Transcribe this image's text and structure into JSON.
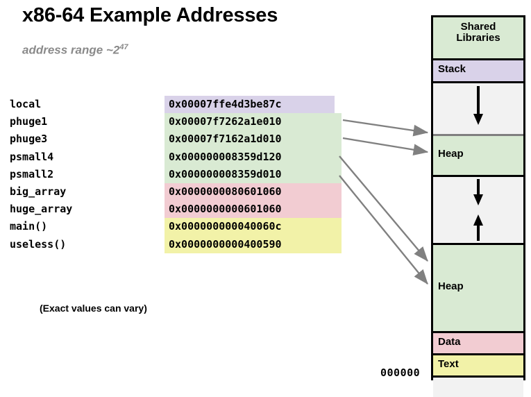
{
  "slide": {
    "title": "x86-64 Example Addresses",
    "subtitle_text": "address range ~2",
    "subtitle_exponent": "47",
    "note": "(Exact values can vary)",
    "bottom_address": "000000"
  },
  "address_table": {
    "rows": [
      {
        "name": "local",
        "address": "0x00007ffe4d3be87c",
        "region": "stack"
      },
      {
        "name": "phuge1",
        "address": "0x00007f7262a1e010",
        "region": "heap"
      },
      {
        "name": "phuge3",
        "address": "0x00007f7162a1d010",
        "region": "heap"
      },
      {
        "name": "psmall4",
        "address": "0x000000008359d120",
        "region": "heap"
      },
      {
        "name": "psmall2",
        "address": "0x000000008359d010",
        "region": "heap"
      },
      {
        "name": "big_array",
        "address": "0x0000000080601060",
        "region": "data"
      },
      {
        "name": "huge_array",
        "address": "0x0000000000601060",
        "region": "data"
      },
      {
        "name": "main()",
        "address": "0x000000000040060c",
        "region": "text"
      },
      {
        "name": "useless()",
        "address": "0x0000000000400590",
        "region": "text"
      }
    ]
  },
  "memory_map": {
    "segments": [
      {
        "label": "Shared\nLibraries",
        "color": "green",
        "id": "shared-libraries"
      },
      {
        "label": "Stack",
        "color": "purple",
        "id": "stack"
      },
      {
        "label": "",
        "color": "empty",
        "id": "gap-upper"
      },
      {
        "label": "Heap",
        "color": "green",
        "id": "heap-upper"
      },
      {
        "label": "",
        "color": "empty",
        "id": "gap-middle"
      },
      {
        "label": "Heap",
        "color": "green",
        "id": "heap-lower"
      },
      {
        "label": "Data",
        "color": "pink",
        "id": "data"
      },
      {
        "label": "Text",
        "color": "yellow",
        "id": "text"
      },
      {
        "label": "",
        "color": "empty",
        "id": "reserved"
      }
    ]
  },
  "colors": {
    "stack": "#d9d2e9",
    "heap": "#d9ead3",
    "data": "#f2ccd2",
    "text": "#f2f2a8",
    "empty": "#f2f2f2",
    "arrow": "#808080",
    "subtitle": "#8a8a8a",
    "border": "#000000"
  }
}
